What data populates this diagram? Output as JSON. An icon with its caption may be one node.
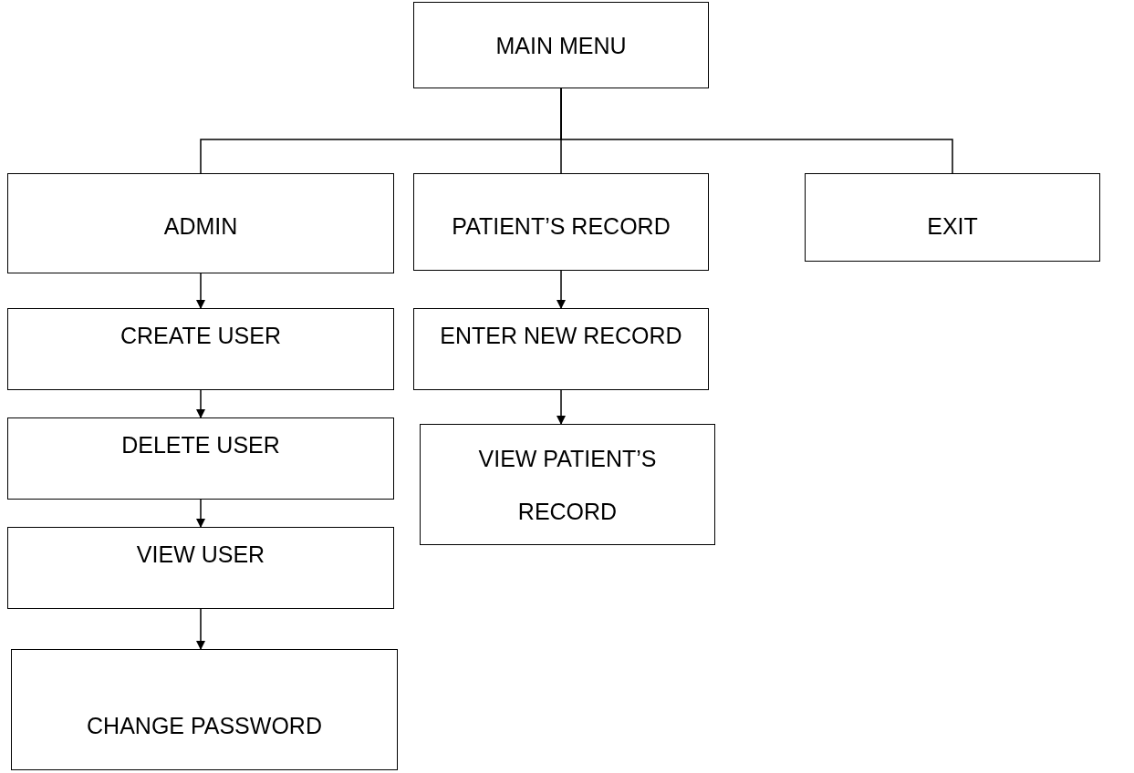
{
  "diagram": {
    "nodes": [
      {
        "text": [
          "MAIN MENU"
        ]
      },
      {
        "text": [
          "ADMIN"
        ]
      },
      {
        "text": [
          "PATIENT’S RECORD"
        ]
      },
      {
        "text": [
          "EXIT"
        ]
      },
      {
        "text": [
          "CREATE USER"
        ]
      },
      {
        "text": [
          "ENTER NEW RECORD"
        ]
      },
      {
        "text": [
          "DELETE USER"
        ]
      },
      {
        "text": [
          "VIEW PATIENT’S RECORD"
        ]
      },
      {
        "text": [
          "VIEW USER"
        ]
      },
      {
        "text": [
          "CHANGE PASSWORD"
        ]
      }
    ],
    "edges": [
      {
        "from": 0,
        "to": 1,
        "arrow": "none"
      },
      {
        "from": 0,
        "to": 2,
        "arrow": "none"
      },
      {
        "from": 0,
        "to": 3,
        "arrow": "none"
      },
      {
        "from": 1,
        "to": 4,
        "arrow": "to"
      },
      {
        "from": 4,
        "to": 6,
        "arrow": "to"
      },
      {
        "from": 6,
        "to": 8,
        "arrow": "to"
      },
      {
        "from": 8,
        "to": 9,
        "arrow": "to"
      },
      {
        "from": 2,
        "to": 5,
        "arrow": "to"
      },
      {
        "from": 5,
        "to": 7,
        "arrow": "to"
      }
    ]
  }
}
